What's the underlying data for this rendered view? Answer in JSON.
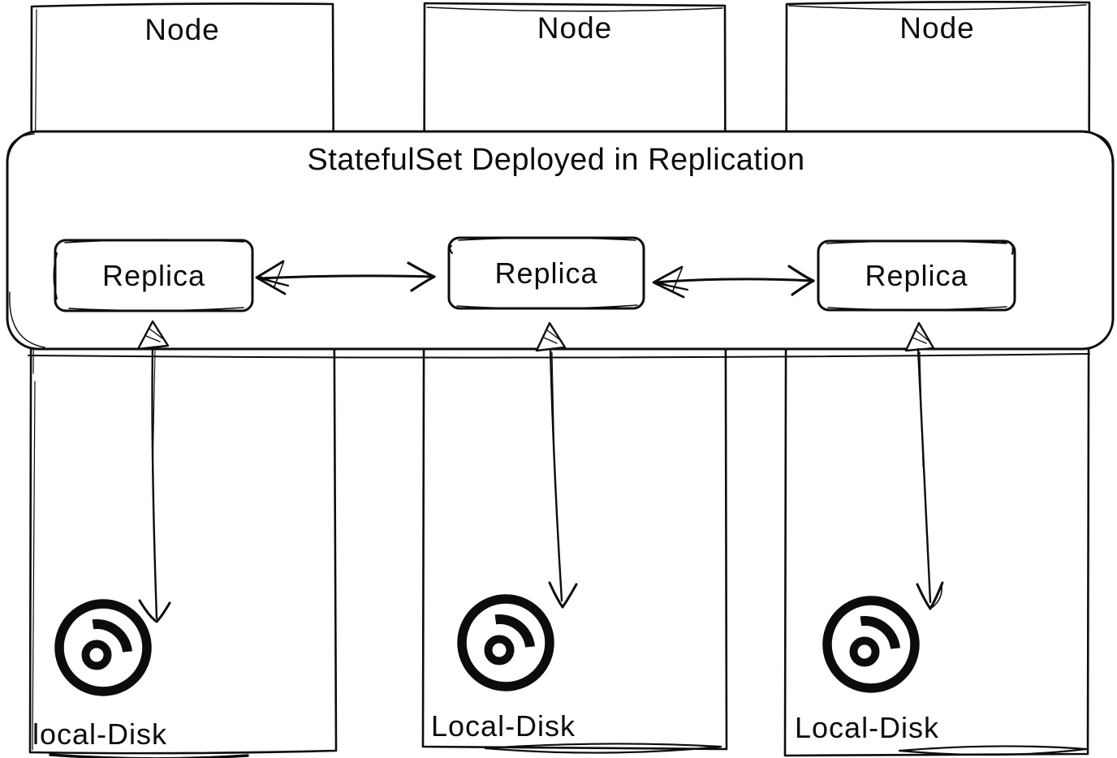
{
  "diagram": {
    "background": "#ffffff",
    "stroke_color": "#0c0c0c",
    "banner": {
      "title": "StatefulSet Deployed in Replication"
    },
    "nodes": [
      {
        "label": "Node",
        "replica": {
          "label": "Replica"
        },
        "disk": {
          "icon": "disk-icon",
          "label": "local-Disk"
        }
      },
      {
        "label": "Node",
        "replica": {
          "label": "Replica"
        },
        "disk": {
          "icon": "disk-icon",
          "label": "Local-Disk"
        }
      },
      {
        "label": "Node",
        "replica": {
          "label": "Replica"
        },
        "disk": {
          "icon": "disk-icon",
          "label": "Local-Disk"
        }
      }
    ],
    "connections": [
      {
        "from": "Replica 1",
        "to": "Replica 2",
        "type": "bidirectional-arrow"
      },
      {
        "from": "Replica 2",
        "to": "Replica 3",
        "type": "bidirectional-arrow"
      },
      {
        "from": "Replica 1",
        "to": "local-Disk 1",
        "type": "bidirectional-arrow"
      },
      {
        "from": "Replica 2",
        "to": "Local-Disk 2",
        "type": "bidirectional-arrow"
      },
      {
        "from": "Replica 3",
        "to": "Local-Disk 3",
        "type": "bidirectional-arrow"
      }
    ]
  }
}
